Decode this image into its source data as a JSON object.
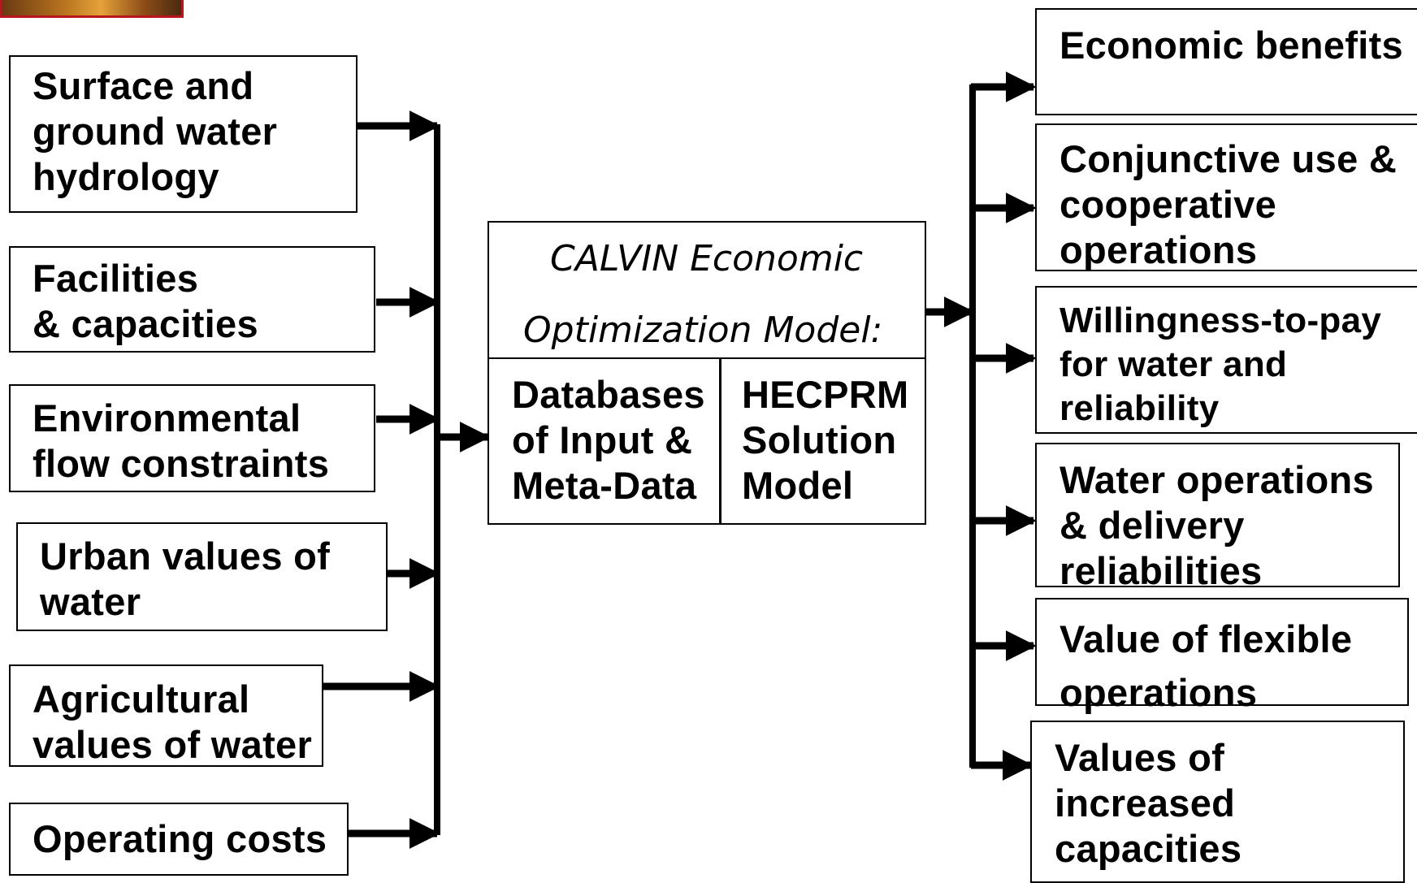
{
  "inputs": [
    {
      "label": "Surface and\nground water\nhydrology"
    },
    {
      "label": "Facilities\n& capacities"
    },
    {
      "label": "Environmental\nflow constraints"
    },
    {
      "label": "Urban values of\nwater"
    },
    {
      "label": "Agricultural\nvalues of water"
    },
    {
      "label": "Operating costs"
    }
  ],
  "model": {
    "title_line1": "CALVIN Economic",
    "title_line2": "Optimization Model:",
    "left_panel": "Databases\nof Input &\nMeta-Data",
    "right_panel": "HECPRM\nSolution\nModel"
  },
  "outputs": [
    {
      "label": "Economic benefits"
    },
    {
      "label": "Conjunctive use &\ncooperative\noperations"
    },
    {
      "label": "Willingness-to-pay\nfor water and\nreliability"
    },
    {
      "label": "Water operations\n& delivery\nreliabilities"
    },
    {
      "label": "Value of flexible\noperations"
    },
    {
      "label": "Values of\nincreased\ncapacities"
    }
  ],
  "colors": {
    "line": "#000000",
    "photo_border": "#b8161c"
  }
}
